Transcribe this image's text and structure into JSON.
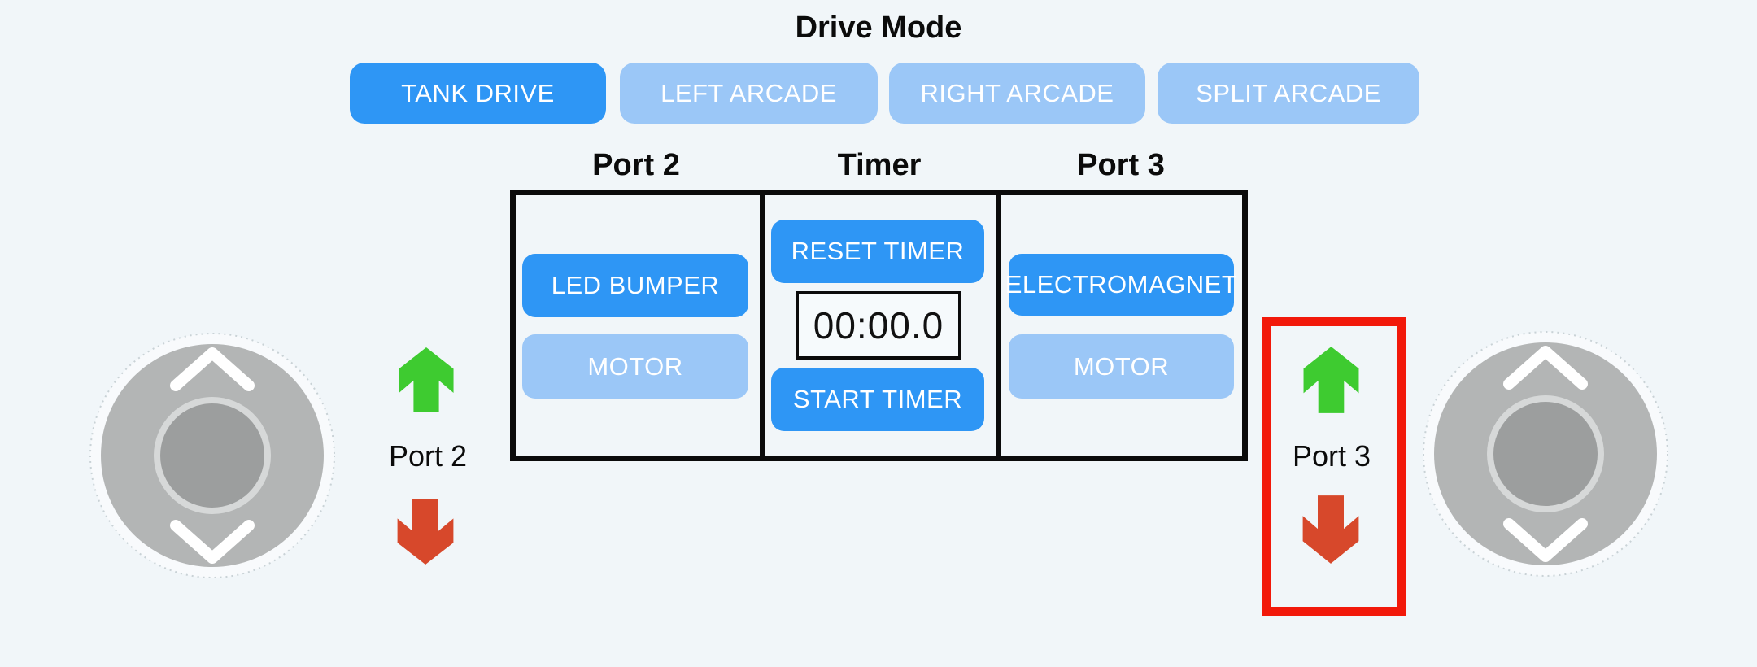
{
  "drive_mode": {
    "title": "Drive Mode",
    "options": [
      {
        "label": "TANK DRIVE",
        "active": true
      },
      {
        "label": "LEFT ARCADE",
        "active": false
      },
      {
        "label": "RIGHT ARCADE",
        "active": false
      },
      {
        "label": "SPLIT ARCADE",
        "active": false
      }
    ]
  },
  "control_panel": {
    "columns": [
      {
        "header": "Port 2",
        "buttons": [
          {
            "label": "LED BUMPER",
            "active": true
          },
          {
            "label": "MOTOR",
            "active": false
          }
        ]
      },
      {
        "header": "Timer",
        "buttons": [
          {
            "label": "RESET TIMER",
            "active": true
          },
          {
            "label": "START TIMER",
            "active": true
          }
        ],
        "timer_display": "00:00.0"
      },
      {
        "header": "Port 3",
        "buttons": [
          {
            "label": "ELECTROMAGNET",
            "active": true
          },
          {
            "label": "MOTOR",
            "active": false
          }
        ]
      }
    ]
  },
  "port_indicators": {
    "left": {
      "label": "Port 2",
      "up_icon": "green-up-arrow",
      "down_icon": "red-down-arrow",
      "highlighted": false
    },
    "right": {
      "label": "Port 3",
      "up_icon": "green-up-arrow",
      "down_icon": "red-down-arrow",
      "highlighted": true
    }
  },
  "joysticks": {
    "left": {
      "type": "vertical-joystick"
    },
    "right": {
      "type": "vertical-joystick"
    }
  },
  "colors": {
    "background": "#f1f6f9",
    "accent_blue": "#2e96f5",
    "muted_blue": "#9bc7f7",
    "arrow_green": "#3ecb30",
    "arrow_red": "#d7482b",
    "highlight_red": "#f2190a",
    "joystick_base": "#b3b5b5",
    "joystick_knob": "#9c9e9e"
  }
}
